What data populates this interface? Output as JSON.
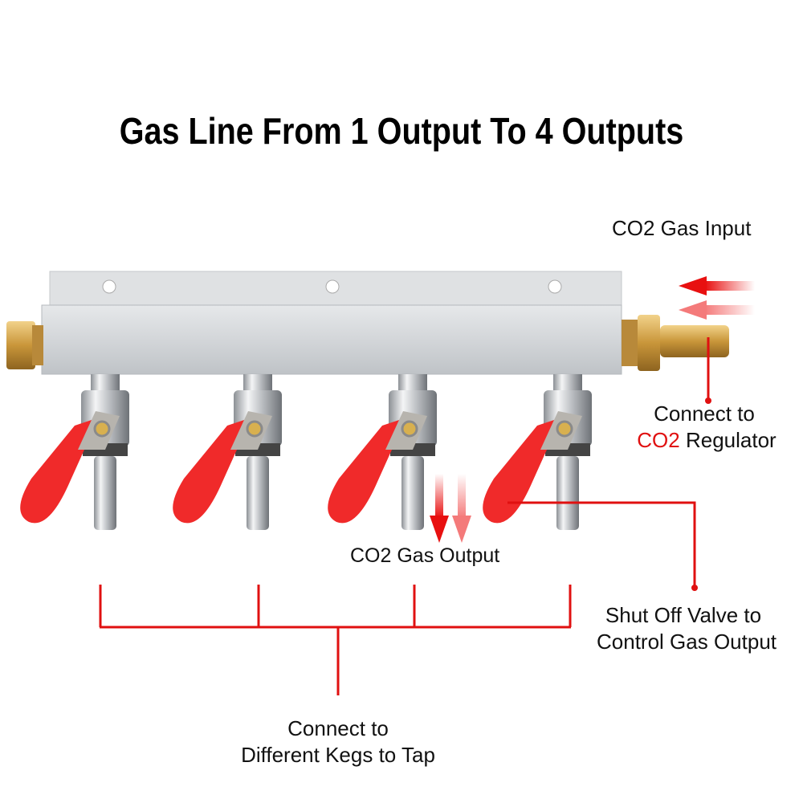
{
  "title": "Gas Line From 1 Output To 4 Outputs",
  "labels": {
    "gas_input": "CO2 Gas Input",
    "regulator_line1": "Connect to",
    "regulator_co2": "CO2",
    "regulator_rest": " Regulator",
    "gas_output": "CO2 Gas Output",
    "valve_line1": "Shut Off Valve to",
    "valve_line2": "Control Gas Output",
    "kegs_line1": "Connect to",
    "kegs_line2": "Different Kegs to Tap"
  },
  "manifold": {
    "outputs": 4,
    "inputs": 1
  },
  "colors": {
    "accent": "#e01010",
    "handle": "#f02a2a",
    "aluminum": "#d8dadd",
    "brass": "#c99a3c",
    "chrome": "#c9ccd0"
  }
}
